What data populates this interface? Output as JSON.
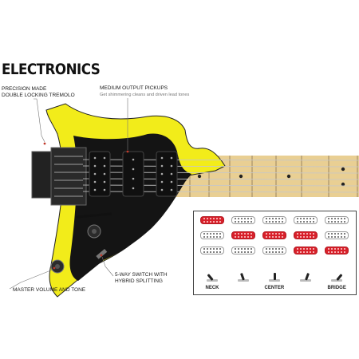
{
  "heading": "ELECTRONICS",
  "callouts": {
    "tremolo": {
      "line1": "PRECISION MADE",
      "line2": "DOUBLE LOCKING TREMOLO"
    },
    "pickups": {
      "title": "MEDIUM OUTPUT PICKUPS",
      "subtitle": "Get shimmering cleans and driven lead tones"
    },
    "switch": {
      "line1": "5-WAY SWITCH WITH",
      "line2": "HYBRID SPLITTING"
    },
    "volume": {
      "line1": "MASTER VOLUME AND TONE"
    }
  },
  "colors": {
    "body": "#f2ec1a",
    "pickguard": "#141414",
    "active_coil": "#d8202a",
    "neck": "#e9cf93"
  },
  "switch_chart": {
    "position_labels": [
      "NECK",
      "",
      "CENTER",
      "",
      "BRIDGE"
    ],
    "active": [
      [
        true,
        false,
        false,
        false,
        false
      ],
      [
        false,
        true,
        true,
        true,
        false
      ],
      [
        false,
        false,
        false,
        true,
        true
      ]
    ]
  }
}
